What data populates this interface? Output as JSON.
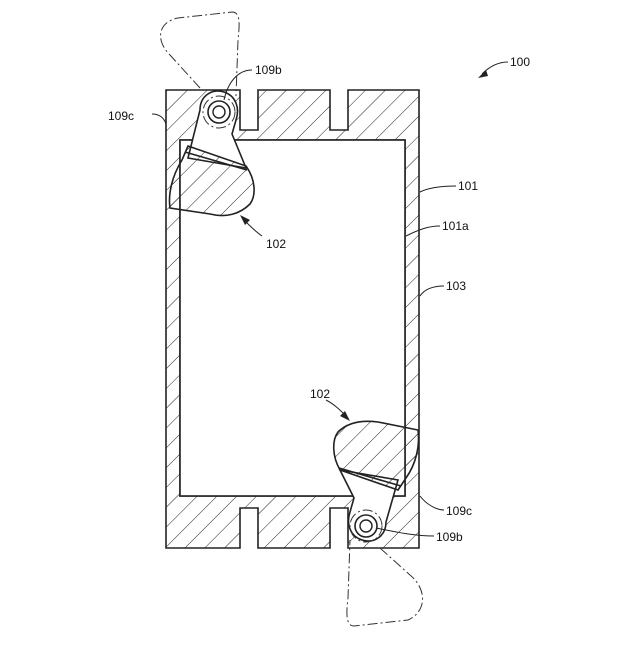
{
  "figure": {
    "labels": {
      "assembly": "100",
      "body": "101",
      "body_inner": "101a",
      "wall": "103",
      "roller_top": "102",
      "roller_bottom": "102",
      "pivot_top": "109b",
      "pivot_bottom": "109b",
      "arm_top": "109c",
      "arm_bottom": "109c"
    }
  }
}
